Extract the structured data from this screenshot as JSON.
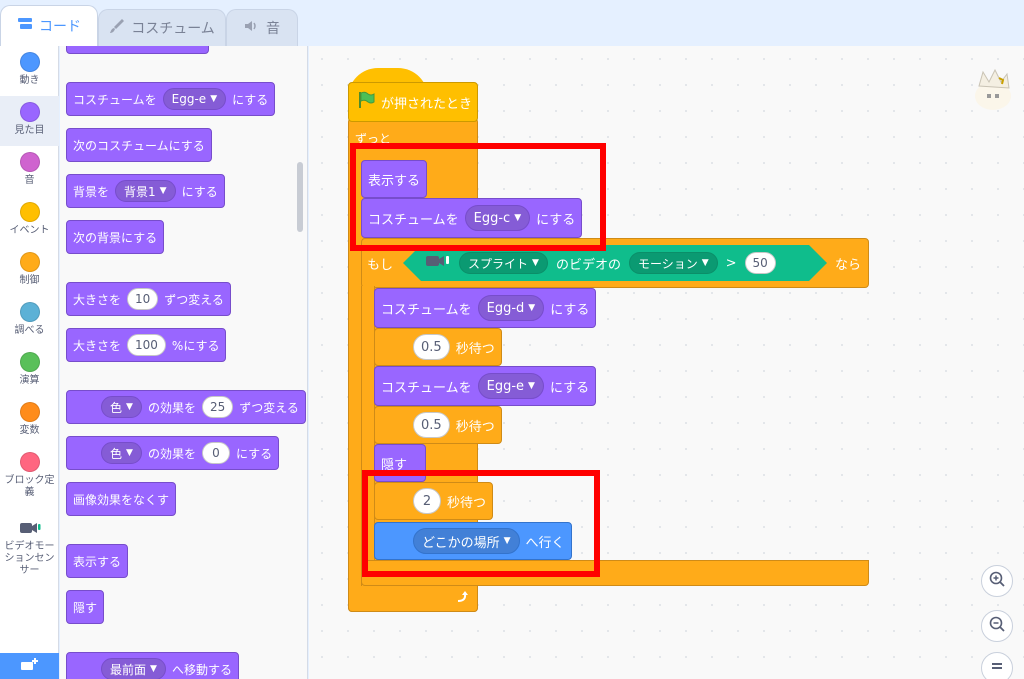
{
  "tabs": [
    {
      "label": "コード",
      "icon": "code-icon",
      "active": true
    },
    {
      "label": "コスチューム",
      "icon": "brush-icon",
      "active": false
    },
    {
      "label": "音",
      "icon": "speaker-icon",
      "active": false
    }
  ],
  "categories": [
    {
      "label": "動き",
      "color": "#4c97ff"
    },
    {
      "label": "見た目",
      "color": "#9966ff"
    },
    {
      "label": "音",
      "color": "#cf63cf"
    },
    {
      "label": "イベント",
      "color": "#ffbf00"
    },
    {
      "label": "制御",
      "color": "#ffab19"
    },
    {
      "label": "調べる",
      "color": "#5cb1d6"
    },
    {
      "label": "演算",
      "color": "#59c059"
    },
    {
      "label": "変数",
      "color": "#ff8c1a"
    },
    {
      "label": "ブロック定義",
      "color": "#ff6680"
    },
    {
      "label": "ビデオモーションセンサー",
      "color": "#0fbd8c"
    }
  ],
  "palette": {
    "costume_to": {
      "pre": "コスチュームを",
      "value": "Egg-e",
      "post": "にする"
    },
    "next_costume": "次のコスチュームにする",
    "backdrop_to": {
      "pre": "背景を",
      "value": "背景1",
      "post": "にする"
    },
    "next_backdrop": "次の背景にする",
    "change_size": {
      "pre": "大きさを",
      "value": "10",
      "post": "ずつ変える"
    },
    "set_size": {
      "pre": "大きさを",
      "value": "100",
      "post": "%にする"
    },
    "change_effect": {
      "value": "色",
      "mid": "の効果を",
      "num": "25",
      "post": "ずつ変える"
    },
    "set_effect": {
      "value": "色",
      "mid": "の効果を",
      "num": "0",
      "post": "にする"
    },
    "clear_effects": "画像効果をなくす",
    "show": "表示する",
    "hide": "隠す",
    "go_layer": {
      "value": "最前面",
      "post": "へ移動する"
    }
  },
  "script": {
    "hat": "が押されたとき",
    "forever": "ずっと",
    "show": "表示する",
    "costume1": {
      "pre": "コスチュームを",
      "value": "Egg-c",
      "post": "にする"
    },
    "if_label": "もし",
    "then_label": "なら",
    "cond": {
      "dd1": "スプライト",
      "mid": "のビデオの",
      "dd2": "モーション",
      "op": ">",
      "num": "50"
    },
    "costume2": {
      "pre": "コスチュームを",
      "value": "Egg-d",
      "post": "にする"
    },
    "wait1": {
      "num": "0.5",
      "label": "秒待つ"
    },
    "costume3": {
      "pre": "コスチュームを",
      "value": "Egg-e",
      "post": "にする"
    },
    "wait2": {
      "num": "0.5",
      "label": "秒待つ"
    },
    "hide": "隠す",
    "wait3": {
      "num": "2",
      "label": "秒待つ"
    },
    "goto": {
      "value": "どこかの場所",
      "post": "へ行く"
    }
  },
  "zoom": {
    "in_icon": "zoom-in-icon",
    "out_icon": "zoom-out-icon",
    "reset_icon": "zoom-reset-icon"
  }
}
